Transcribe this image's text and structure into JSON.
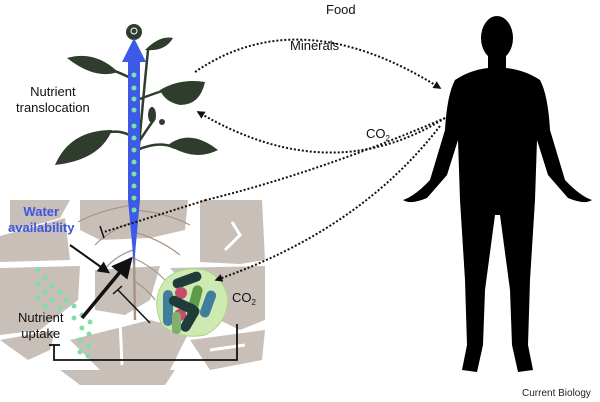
{
  "figure": {
    "labels": {
      "food": "Food",
      "minerals": "Minerals",
      "nutrient_translocation_line1": "Nutrient",
      "nutrient_translocation_line2": "translocation",
      "co2_air_base": "CO",
      "co2_air_sub": "2",
      "water_line1": "Water",
      "water_line2": "availability",
      "nutrient_uptake_line1": "Nutrient",
      "nutrient_uptake_line2": "uptake",
      "co2_soil_base": "CO",
      "co2_soil_sub": "2",
      "credit": "Current Biology"
    },
    "colors": {
      "soil": "#c8bfb9",
      "plant_leaf": "#2f3d2c",
      "translocation_arrow": "#3d5ae6",
      "nutrient_dots": "#7ee0a6",
      "water_text": "#3d55e0",
      "microbe_halo": "#cfeab0",
      "human": "#000000"
    },
    "icons": [
      "plant-icon",
      "human-silhouette-icon",
      "microbe-cluster-icon",
      "soil-aggregate-icon"
    ]
  }
}
